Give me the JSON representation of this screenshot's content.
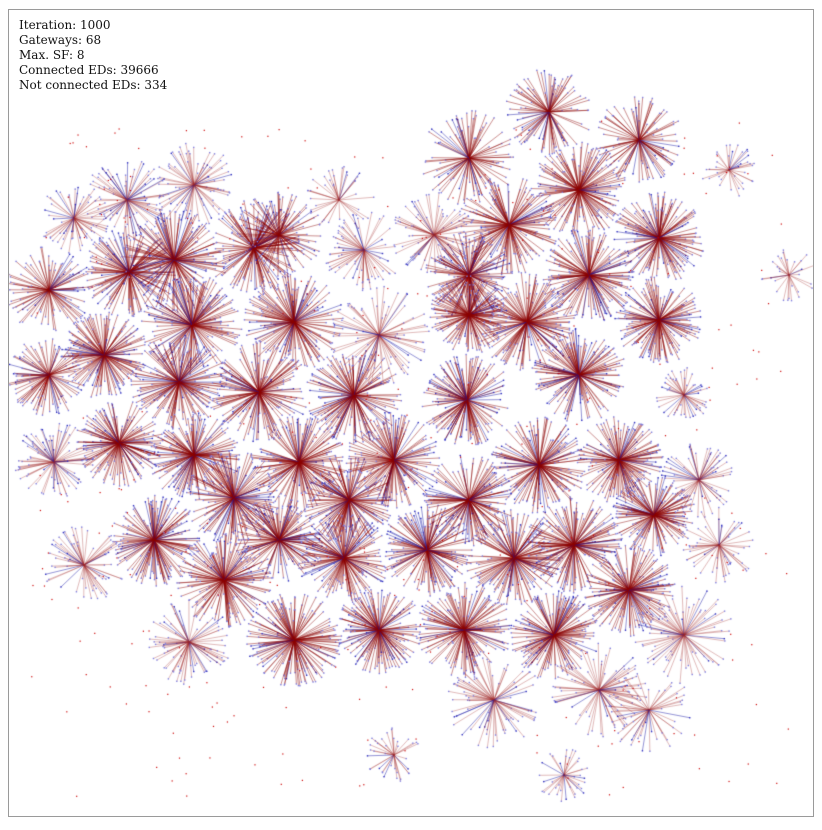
{
  "stats": {
    "iteration_label": "Iteration: 1000",
    "gateways_label": "Gateways: 68",
    "max_sf_label": "Max. SF: 8",
    "connected_label": "Connected EDs: 39666",
    "not_connected_label": "Not connected EDs: 334"
  },
  "simulation": {
    "iteration": 1000,
    "gateways": 68,
    "max_sf": 8,
    "connected_eds": 39666,
    "not_connected_eds": 334
  },
  "colors": {
    "link_red": "#8b0000",
    "link_blue": "#1a1aa6",
    "ed_dot": "#cc0000",
    "frame_border": "#9a9a9a"
  }
}
